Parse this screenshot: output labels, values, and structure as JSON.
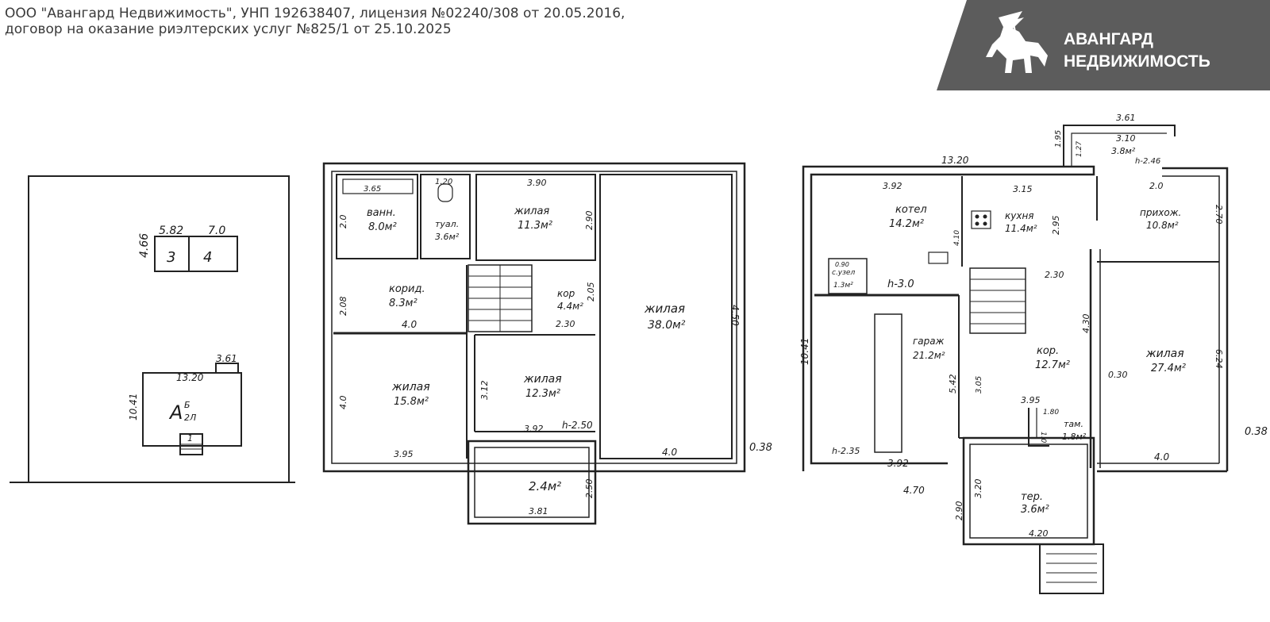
{
  "header": {
    "line1": "ООО \"Авангард Недвижимость\", УНП 192638407, лицензия №02240/308 от 20.05.2016,",
    "line2": "договор на оказание риэлтерских услуг №825/1 от 25.10.2025"
  },
  "logo": {
    "line1": "АВАНГАРД",
    "line2": "НЕДВИЖИМОСТЬ",
    "icon": "knight-horse-logo-icon",
    "band_color": "#5c5c5c",
    "text_color": "#ffffff"
  },
  "site_plan": {
    "dim_a": "5.82",
    "dim_b": "7.0",
    "dim_c": "4.66",
    "shed_3": "3",
    "shed_4": "4",
    "house_top": "13.20",
    "house_side": "10.41",
    "porch": "3.61",
    "house_mark": "A",
    "house_sup": "Б",
    "house_sub": "2Л",
    "stair": "1"
  },
  "floor2": {
    "bath": {
      "name": "ванн.",
      "area": "8.0м²",
      "w": "3.65",
      "h": "2.0"
    },
    "wc": {
      "name": "туал.",
      "area": "3.6м²",
      "w": "1.20"
    },
    "liv1": {
      "name": "жилая",
      "area": "11.3м²",
      "w": "3.90",
      "h": "2.90"
    },
    "corr": {
      "name": "корид.",
      "area": "8.3м²",
      "w": "4.0",
      "h": "2.08"
    },
    "kor": {
      "name": "кор",
      "area": "4.4м²",
      "w": "2.30",
      "h": "2.05"
    },
    "liv_big": {
      "name": "жилая",
      "area": "38.0м²",
      "h": "4.50",
      "w": "4.0"
    },
    "liv2": {
      "name": "жилая",
      "area": "15.8м²",
      "w": "3.95",
      "h": "4.0"
    },
    "liv3": {
      "name": "жилая",
      "area": "12.3м²",
      "w": "3.92",
      "h": "3.12",
      "height": "h-2.50"
    },
    "balc": {
      "area": "2.4м²",
      "w": "3.81",
      "h": "2.50"
    },
    "wall": "0.38"
  },
  "floor1": {
    "top_total": "13.20",
    "side_total": "10.41",
    "ext_w": "3.61",
    "ext_w2": "3.10",
    "ext_area": "3.8м²",
    "ext_h": "1.95",
    "ext_h2": "1.27",
    "ext_height": "h-2.46",
    "boiler": {
      "name": "котел",
      "area": "14.2м²",
      "w": "3.92",
      "h": "4.10"
    },
    "kitchen": {
      "name": "кухня",
      "area": "11.4м²",
      "w": "3.15",
      "h": "2.95"
    },
    "hall": {
      "name": "прихож.",
      "area": "10.8м²",
      "w": "2.0",
      "h": "2.70"
    },
    "store": {
      "name": "с.узел",
      "area": "1.3м²",
      "w": "0.90"
    },
    "height_main": "h-3.0",
    "garage": {
      "name": "гараж",
      "area": "21.2м²",
      "w": "3.92",
      "h": "5.42",
      "height": "h-2.35",
      "diag": "4.70"
    },
    "kor": {
      "name": "кор.",
      "area": "12.7м²",
      "w": "2.30",
      "h": "4.30",
      "h2": "3.05"
    },
    "liv": {
      "name": "жилая",
      "area": "27.4м²",
      "w": "4.0",
      "h": "6.24",
      "wall_in": "0.30"
    },
    "tam": {
      "name": "там.",
      "area": "1.8м²",
      "w": "3.95",
      "w2": "1.80",
      "h": "1.0"
    },
    "ter": {
      "name": "тер.",
      "area": "3.6м²",
      "w": "4.20",
      "h": "3.20",
      "h2": "2.90"
    },
    "wall": "0.38"
  }
}
